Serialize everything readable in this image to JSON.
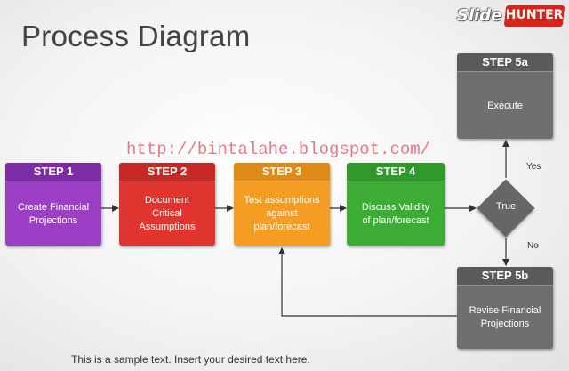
{
  "title": "Process Diagram",
  "logo": {
    "word1": "Slide",
    "word2": "HUNTER"
  },
  "watermark": "http://bintalahe.blogspot.com/",
  "steps": [
    {
      "id": "s1",
      "label": "STEP 1",
      "text": "Create Financial\nProjections",
      "color": "#9b3fc5"
    },
    {
      "id": "s2",
      "label": "STEP 2",
      "text": "Document\nCritical\nAssumptions",
      "color": "#e0352f"
    },
    {
      "id": "s3",
      "label": "STEP 3",
      "text": "Test assumptions\nagainst\nplan/forecast",
      "color": "#f59d23"
    },
    {
      "id": "s4",
      "label": "STEP 4",
      "text": "Discuss Validity\nof plan/forecast",
      "color": "#3dac35"
    },
    {
      "id": "s5a",
      "label": "STEP 5a",
      "text": "Execute",
      "color": "#6f6f6f"
    },
    {
      "id": "s5b",
      "label": "STEP 5b",
      "text": "Revise Financial\nProjections",
      "color": "#6f6f6f"
    }
  ],
  "decision": {
    "label": "True",
    "yes": "Yes",
    "no": "No",
    "color": "#666666"
  },
  "footer": "This is a sample text. Insert your desired text here."
}
